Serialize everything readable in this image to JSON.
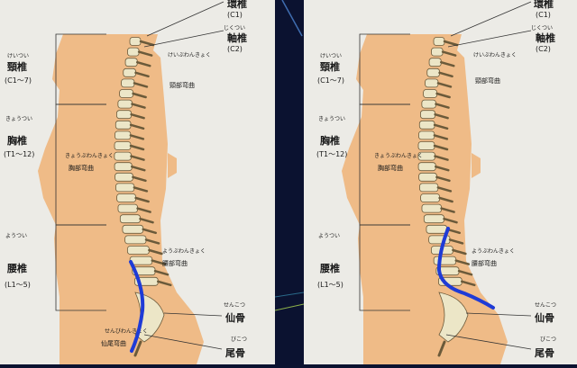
{
  "colors": {
    "skin": "#efbb87",
    "bone": "#ece6c7",
    "bone_outline": "#6b5a3a",
    "highlight": "#1f3bd6",
    "panel_bg": "#ecebe6",
    "divider_bg": "#0b1230"
  },
  "panels": [
    {
      "name": "normal",
      "c1": {
        "ruby": "環椎",
        "range": "(C1)"
      },
      "c2": {
        "ruby": "じくつい",
        "kanji": "軸椎",
        "range": "(C2)"
      },
      "cervical": {
        "ruby": "けいつい",
        "kanji": "頸椎",
        "range": "(C1〜7)"
      },
      "thoracic": {
        "ruby": "きょうつい",
        "kanji": "胸椎",
        "range": "(T1〜12)"
      },
      "lumbar": {
        "ruby": "ようつい",
        "kanji": "腰椎",
        "range": "(L1〜5)"
      },
      "cervical_curve": {
        "ruby": "けいぶわんきょく",
        "kanji": "頸部弯曲"
      },
      "thoracic_curve": {
        "ruby": "きょうぶわんきょく",
        "kanji": "胸部弯曲"
      },
      "lumbar_curve": {
        "ruby": "ようぶわんきょく",
        "kanji": "腰部弯曲"
      },
      "sacral_curve": {
        "ruby": "せんびわんきょく",
        "kanji": "仙尾弯曲"
      },
      "sacrum": {
        "ruby": "せんこつ",
        "kanji": "仙骨"
      },
      "coccyx": {
        "ruby": "びこつ",
        "kanji": "尾骨"
      }
    },
    {
      "name": "highlighted",
      "c1": {
        "ruby": "環椎",
        "range": "(C1)"
      },
      "c2": {
        "ruby": "じくつい",
        "kanji": "軸椎",
        "range": "(C2)"
      },
      "cervical": {
        "ruby": "けいつい",
        "kanji": "頸椎",
        "range": "(C1〜7)"
      },
      "thoracic": {
        "ruby": "きょうつい",
        "kanji": "胸椎",
        "range": "(T1〜12)"
      },
      "lumbar": {
        "ruby": "ようつい",
        "kanji": "腰椎",
        "range": "(L1〜5)"
      },
      "cervical_curve": {
        "ruby": "けいぶわんきょく",
        "kanji": "頸部弯曲"
      },
      "thoracic_curve": {
        "ruby": "きょうぶわんきょく",
        "kanji": "胸部弯曲"
      },
      "lumbar_curve": {
        "ruby": "ようぶわんきょく",
        "kanji": "腰部弯曲"
      },
      "sacrum": {
        "ruby": "せんこつ",
        "kanji": "仙骨"
      },
      "coccyx": {
        "ruby": "びこつ",
        "kanji": "尾骨"
      }
    }
  ]
}
